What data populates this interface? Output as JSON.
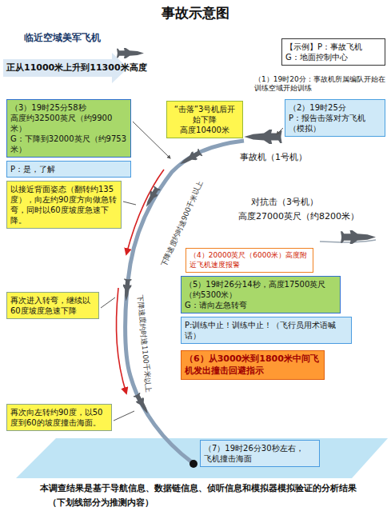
{
  "diagram": {
    "title": "事故示意图",
    "caption": "本调查结果是基于导航信息、数据链信息、侦听信息和模拟器模拟验证的分析结果",
    "nodes": [
      {
        "text": [
          "【示例】P：事故飞机",
          "G：地面控制中心"
        ]
      },
      {
        "text": [
          "（3）19时25分58秒",
          "高度约32500英尺（约9900米）",
          "G：下降到32000英尺（约9753米）"
        ]
      },
      {
        "text": [
          "P：是，了解"
        ]
      },
      {
        "text": [
          "“击落”3号机后开始下降",
          "高度10400米"
        ]
      },
      {
        "text": [
          "（2）19时25分",
          "P：报告击落对方飞机（模拟）"
        ]
      },
      {
        "text": [
          "以接近背面姿态（翻转约135度），向左约90度方向做急转弯，同时以60度坡度急速下降。"
        ]
      },
      {
        "text": [
          "（4）20000英尺（6000米）高度附近飞机速度报警"
        ]
      },
      {
        "text": [
          "（5）19时26分14秒，高度17500英尺（约5300米）",
          "G：请向左急转弯"
        ]
      },
      {
        "text": [
          "P:训练中止！训练中止！（飞行员用术语喊话）"
        ]
      },
      {
        "text": [
          "再次进入转弯，继续以60度坡度急速下降"
        ]
      },
      {
        "text": [
          "（6）从3000米到1800米中间飞机发出撞击回避指示"
        ]
      },
      {
        "text": [
          "再次向左转约90度，以50度到60的坡度撞击海面。"
        ]
      },
      {
        "text": [
          "（7）19时26分30秒左右，",
          "飞机撞击海面"
        ]
      }
    ],
    "labels": [
      "临近空域美军飞机",
      "正从11000米上升到11300米高度",
      "（1）19时20分：事故机所属编队开始在训练空域开始训练",
      "事故机（1号机）",
      "对抗击（3号机）",
      "高度27000英尺（约8200米）",
      "下降速度约时速900千米以上",
      "下降速度约时速1100千米以上",
      "（下划线部分为推测内容）"
    ]
  }
}
